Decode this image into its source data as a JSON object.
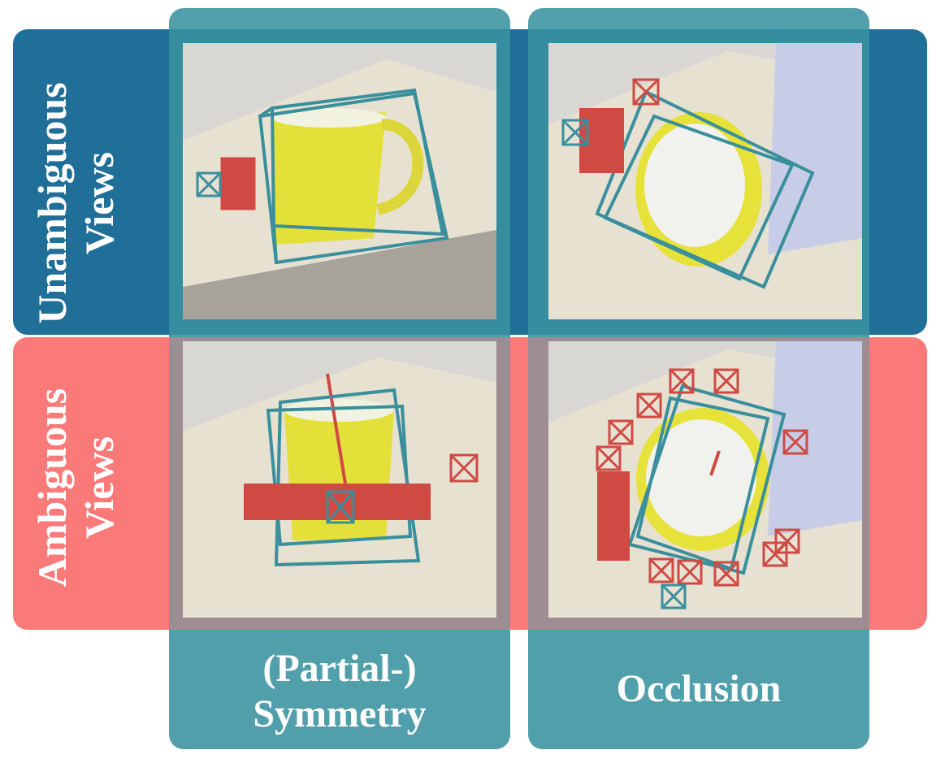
{
  "rows": [
    {
      "label_line1": "Unambiguous",
      "label_line2": "Views",
      "color": "#1f6f99"
    },
    {
      "label_line1": "Ambiguous",
      "label_line2": "Views",
      "color": "#f97a79"
    }
  ],
  "columns": [
    {
      "label_line1": "(Partial-)",
      "label_line2": "Symmetry",
      "color": "#3a92a0"
    },
    {
      "label_line1": "Occlusion",
      "label_line2": "",
      "color": "#3a92a0"
    }
  ],
  "colors": {
    "prediction": "#3a8f9c",
    "hypotheses": "#d04a44",
    "mug": "#e6e23a",
    "table": "#e8e2d4",
    "wall": "#d8d6d2"
  },
  "panels": [
    {
      "name": "unambiguous-symmetry",
      "content": "yellow-mug-side-view"
    },
    {
      "name": "unambiguous-occlusion",
      "content": "yellow-mug-tilted-occluded"
    },
    {
      "name": "ambiguous-symmetry",
      "content": "yellow-mug-front-view"
    },
    {
      "name": "ambiguous-occlusion",
      "content": "yellow-mug-occluded-top"
    }
  ]
}
